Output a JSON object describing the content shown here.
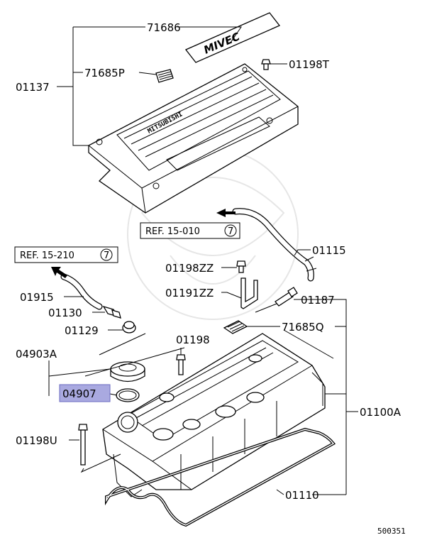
{
  "diagram": {
    "part_labels": {
      "p71686": "71686",
      "p71685P": "71685P",
      "p01198T": "01198T",
      "p01137": "01137",
      "p01115": "01115",
      "p01198ZZ": "01198ZZ",
      "p01191ZZ": "01191ZZ",
      "p01187": "01187",
      "p01915": "01915",
      "p01130": "01130",
      "p01129": "01129",
      "p71685Q": "71685Q",
      "p01198": "01198",
      "p04903A": "04903A",
      "p04907": "04907",
      "p01100A": "01100A",
      "p01198U": "01198U",
      "p01110": "01110"
    },
    "references": {
      "ref1": {
        "text": "REF. 15-010",
        "circle": "7"
      },
      "ref2": {
        "text": "REF. 15-210",
        "circle": "7"
      }
    },
    "logos": {
      "mivec": "MIVEC",
      "mitsubishi": "MITSUBISHI"
    },
    "drawing_code": "500351",
    "highlight_color": "#a9a9e0",
    "highlighted_part": "04907"
  }
}
